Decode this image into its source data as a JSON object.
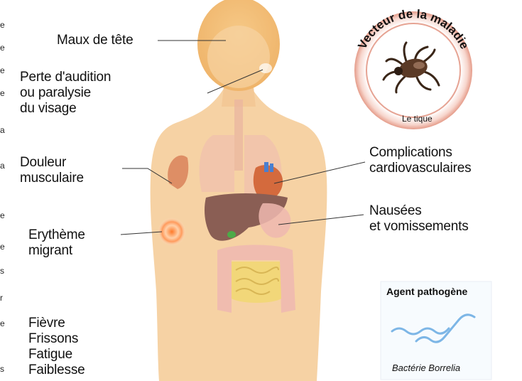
{
  "labels": {
    "headache": [
      "Maux de tête"
    ],
    "hearing": [
      "Perte d'audition",
      "ou paralysie",
      "du visage"
    ],
    "muscle": [
      "Douleur",
      "musculaire"
    ],
    "erythema": [
      "Erythème",
      "migrant"
    ],
    "general": [
      "Fièvre",
      "Frissons",
      "Fatigue",
      "Faiblesse"
    ],
    "cardio": [
      "Complications",
      "cardiovasculaires"
    ],
    "nausea": [
      "Nausées",
      "et vomissements"
    ]
  },
  "vector": {
    "title": "Vecteur de la maladie",
    "caption": "Le tique"
  },
  "pathogen": {
    "title": "Agent pathogène",
    "caption": "Bactérie Borrelia"
  },
  "edge_marks": [
    "e",
    "e",
    "e",
    "e",
    "a",
    "a",
    "e",
    "e",
    "s",
    "r",
    "e",
    "s"
  ],
  "colors": {
    "skin": "#f6d2a4",
    "head": "#f2c27a",
    "lung": "#f0c0ae",
    "liver": "#8a5e54",
    "heart": "#d46a3d",
    "intestine": "#f2d779",
    "colon": "#efb9b0",
    "rash": "#f48a4a",
    "ring": "#e9a392",
    "tick_body": "#5b3a26",
    "bacteria": "#7db6e6"
  }
}
